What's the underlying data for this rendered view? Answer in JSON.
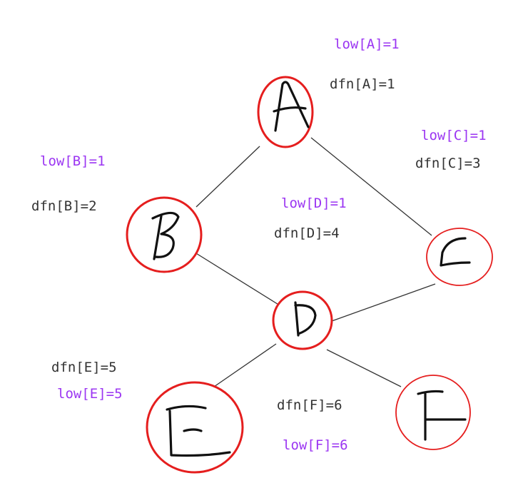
{
  "graph": {
    "nodes": [
      {
        "id": "A",
        "dfn_label": "dfn[A]=1",
        "low_label": "low[A]=1"
      },
      {
        "id": "B",
        "dfn_label": "dfn[B]=2",
        "low_label": "low[B]=1"
      },
      {
        "id": "C",
        "dfn_label": "dfn[C]=3",
        "low_label": "low[C]=1"
      },
      {
        "id": "D",
        "dfn_label": "dfn[D]=4",
        "low_label": "low[D]=1"
      },
      {
        "id": "E",
        "dfn_label": "dfn[E]=5",
        "low_label": "low[E]=5"
      },
      {
        "id": "F",
        "dfn_label": "dfn[F]=6",
        "low_label": "low[F]=6"
      }
    ],
    "edges": [
      {
        "from": "A",
        "to": "B"
      },
      {
        "from": "A",
        "to": "C"
      },
      {
        "from": "B",
        "to": "D"
      },
      {
        "from": "C",
        "to": "D"
      },
      {
        "from": "D",
        "to": "E"
      },
      {
        "from": "D",
        "to": "F"
      }
    ]
  },
  "colors": {
    "node_outline": "#e51e1e",
    "low_text": "#9b35f2",
    "dfn_text": "#333333",
    "edge": "#333333",
    "letter_ink": "#111111"
  }
}
